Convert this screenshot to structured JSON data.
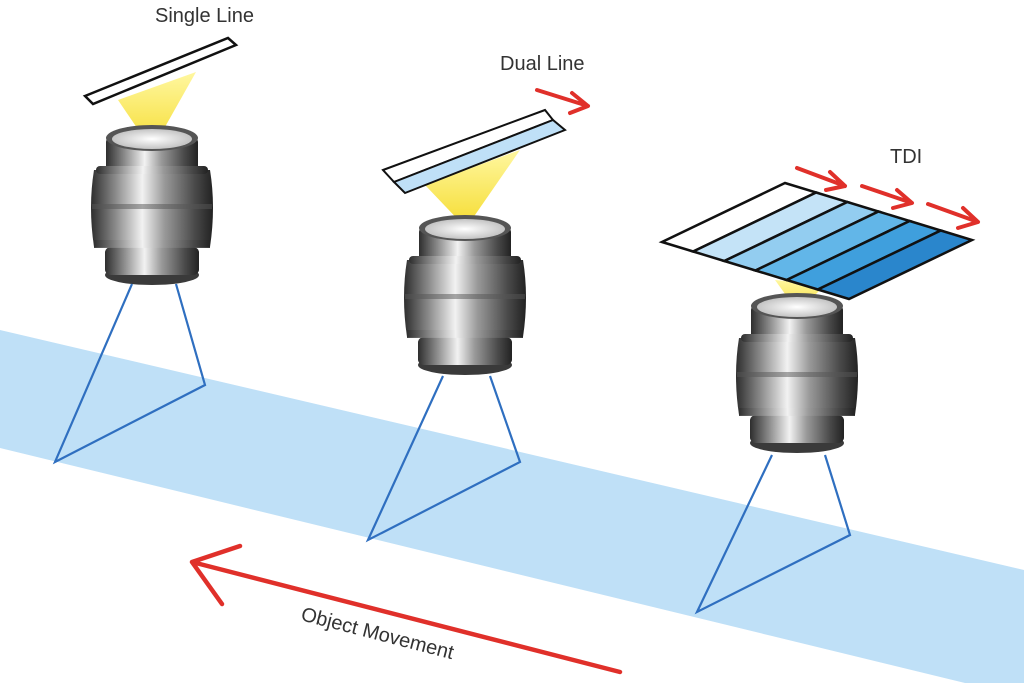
{
  "labels": {
    "single_line": "Single Line",
    "dual_line": "Dual Line",
    "tdi": "TDI",
    "object_movement": "Object Movement"
  },
  "colors": {
    "band": "#bfe0f7",
    "field_lines": "#2f6fc0",
    "arrow": "#e0302a",
    "light_cone": "#f7e34a",
    "tdi_stripes": [
      "#ffffff",
      "#c4e3f7",
      "#93cdf0",
      "#62b6e8",
      "#3f9fdd",
      "#2a86cc"
    ]
  }
}
